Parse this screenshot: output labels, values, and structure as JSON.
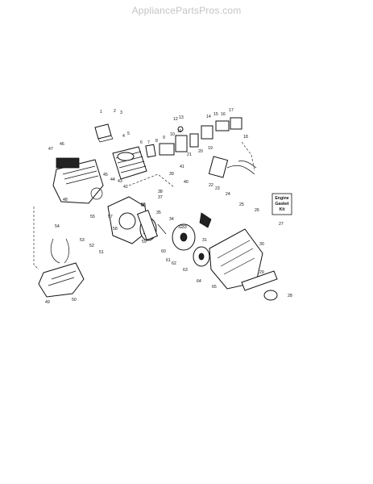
{
  "watermark": "AppliancePartsPros.com",
  "callouts": [
    "1",
    "2",
    "3",
    "4",
    "5",
    "6",
    "7",
    "8",
    "9",
    "10",
    "11",
    "12",
    "13",
    "14",
    "15",
    "16",
    "17",
    "18",
    "19",
    "20",
    "21",
    "22",
    "23",
    "24",
    "25",
    "26",
    "27",
    "28",
    "29",
    "30",
    "31",
    "32",
    "33",
    "34",
    "35",
    "36",
    "37",
    "38",
    "39",
    "40",
    "41",
    "42",
    "43",
    "44",
    "45",
    "46",
    "47",
    "48",
    "49",
    "50",
    "51",
    "52",
    "53",
    "54",
    "55",
    "56",
    "57",
    "58",
    "59",
    "60",
    "61",
    "62",
    "63",
    "64",
    "65"
  ],
  "kit_box": {
    "lines": [
      "Engine",
      "Gasket",
      "Kit"
    ]
  }
}
